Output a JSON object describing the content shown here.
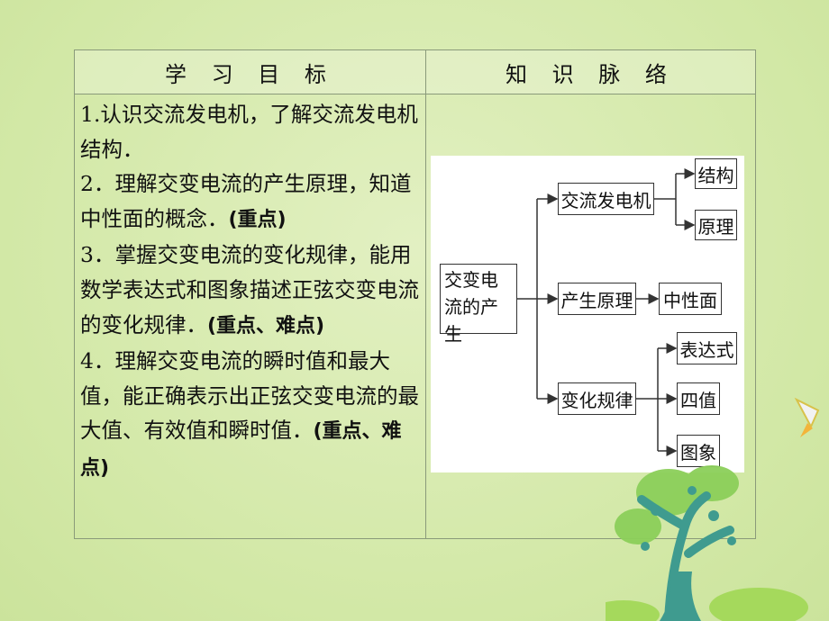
{
  "table": {
    "header_left": "学 习 目 标",
    "header_right": "知 识 脉 络",
    "goals": [
      {
        "text": "1.认识交流发电机，了解交流发电机结构．",
        "mark": ""
      },
      {
        "text": "2．理解交变电流的产生原理，知道中性面的概念．",
        "mark": "(重点)"
      },
      {
        "text": "3．掌握交变电流的变化规律，能用数学表达式和图象描述正弦交变电流的变化规律．",
        "mark": "(重点、难点)"
      },
      {
        "text": "4．理解交变电流的瞬时值和最大值，能正确表示出正弦交变电流的最大值、有效值和瞬时值．",
        "mark": "(重点、难点)"
      }
    ]
  },
  "mind_map": {
    "root": "交变电流的产生",
    "branches": [
      {
        "label": "交流发电机",
        "children": [
          "结构",
          "原理"
        ]
      },
      {
        "label": "产生原理",
        "children": [
          "中性面"
        ]
      },
      {
        "label": "变化规律",
        "children": [
          "表达式",
          "四值",
          "图象"
        ]
      }
    ]
  },
  "colors": {
    "background": "#d5e9ac",
    "tree_trunk": "#3f9b8f",
    "tree_leaves": "#8ccf5a"
  }
}
